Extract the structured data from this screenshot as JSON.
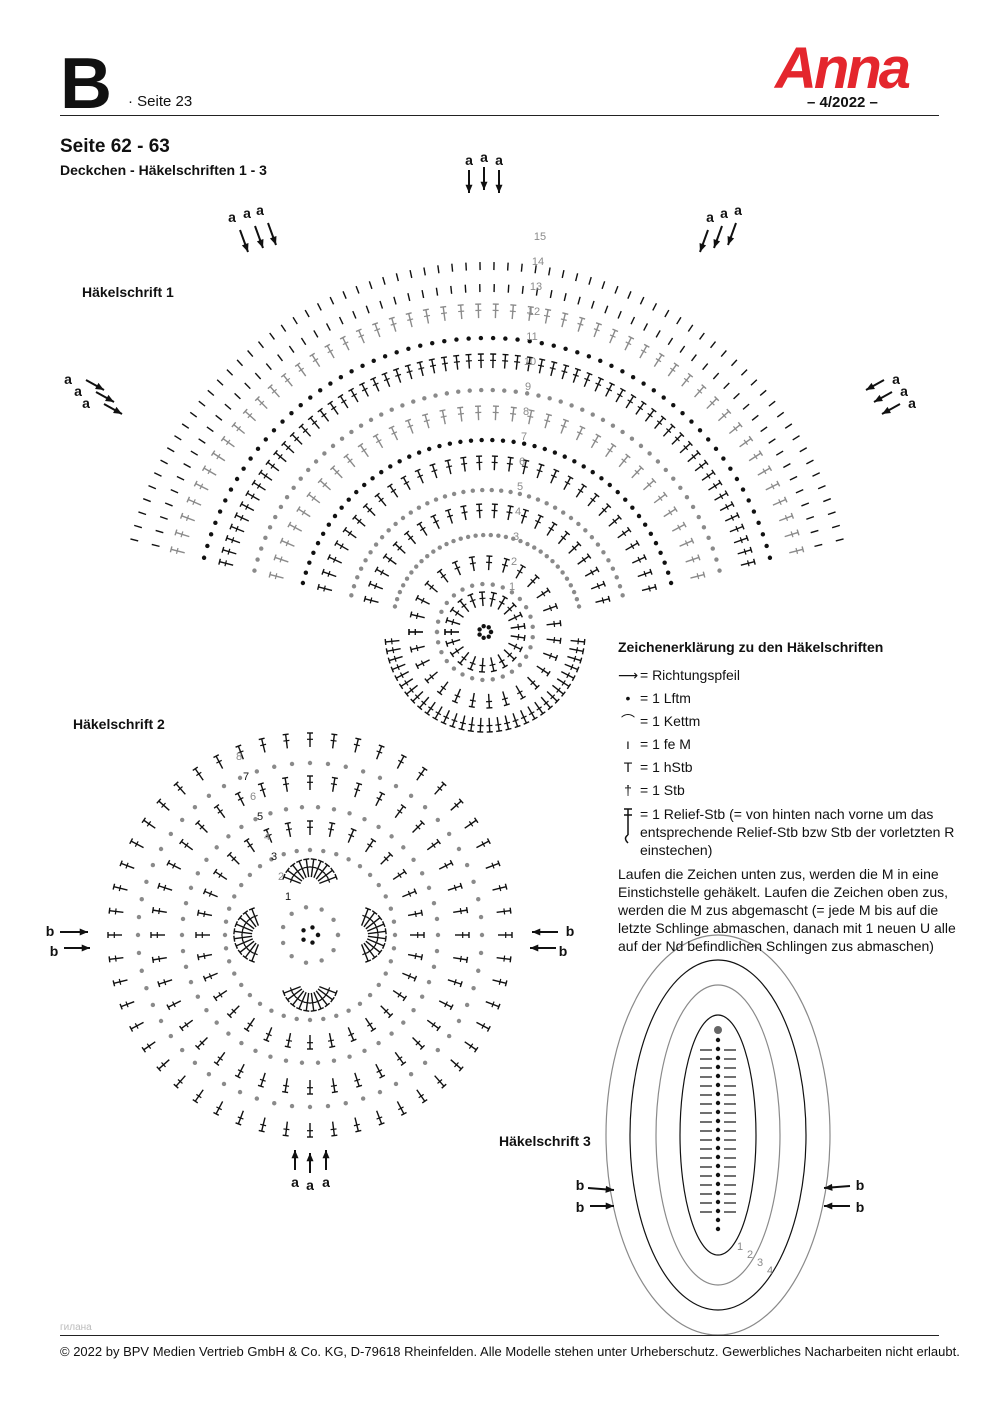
{
  "header": {
    "letter": "B",
    "page_ref": "· Seite 23",
    "brand": "Anna",
    "issue": "– 4/2022 –"
  },
  "section": {
    "title": "Seite 62 - 63",
    "subtitle": "Deckchen - Häkelschriften 1 - 3"
  },
  "diagrams": {
    "label1": "Häkelschrift 1",
    "label2": "Häkelschrift 2",
    "label3": "Häkelschrift 3",
    "arrow_a": "a",
    "arrow_b": "b",
    "round_numbers_1": [
      "1",
      "2",
      "3",
      "4",
      "5",
      "6",
      "7",
      "8",
      "9",
      "10",
      "11",
      "12",
      "13",
      "14",
      "15"
    ],
    "round_numbers_2": [
      "1",
      "2",
      "3",
      "4",
      "5",
      "6",
      "7",
      "8"
    ],
    "round_numbers_3": [
      "1",
      "2",
      "3",
      "4"
    ]
  },
  "legend": {
    "title": "Zeichenerklärung zu den Häkelschriften",
    "items": [
      {
        "symbol": "⟶",
        "text": "= Richtungspfeil"
      },
      {
        "symbol": "•",
        "text": "= 1 Lftm"
      },
      {
        "symbol": "⌒",
        "text": "= 1 Kettm"
      },
      {
        "symbol": "ı",
        "text": "= 1 fe M"
      },
      {
        "symbol": "T",
        "text": "= 1 hStb"
      },
      {
        "symbol": "†",
        "text": "= 1 Stb"
      }
    ],
    "relief_line1": "= 1 Relief-Stb (= von hinten nach vorne um das",
    "relief_line2": "entsprechende Relief-Stb bzw Stb der vorletzten R",
    "relief_line3": "einstechen)",
    "note": "Laufen die Zeichen unten zus, werden die M in eine Einstichstelle gehäkelt. Laufen die Zeichen oben zus, werden die M zus abgemascht (= jede M bis auf die letzte Schlinge abmaschen, danach mit 1 neuen U alle auf der Nd befindlichen Schlingen zus abmaschen)"
  },
  "footer": {
    "watermark": "гилана",
    "copyright": "© 2022 by BPV Medien Vertrieb GmbH & Co. KG, D-79618 Rheinfelden. Alle Modelle stehen unter Urheberschutz. Gewerbliches Nacharbeiten nicht erlaubt."
  },
  "colors": {
    "brand_red": "#e4262d",
    "ink": "#111111",
    "grey_round": "#8a8a8a"
  }
}
